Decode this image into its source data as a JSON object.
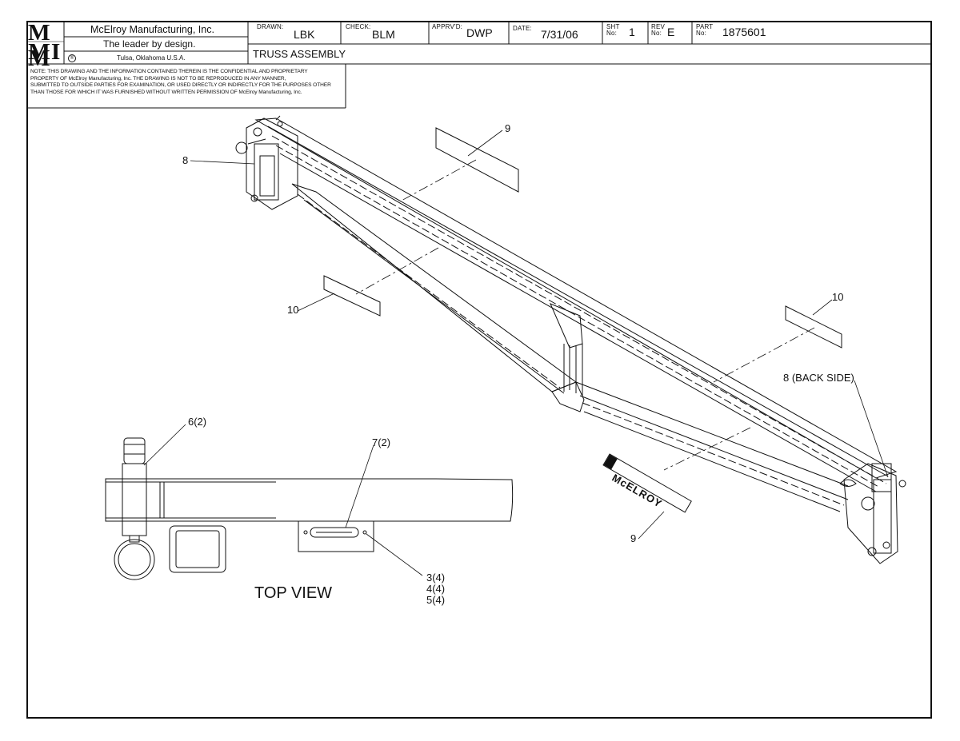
{
  "title_block": {
    "logo_top": "M M",
    "logo_bottom": "M I",
    "company": "McElroy Manufacturing, Inc.",
    "slogan": "The leader by design.",
    "location": "Tulsa, Oklahoma U.S.A.",
    "drawn_label": "DRAWN:",
    "drawn_value": "LBK",
    "check_label": "CHECK:",
    "check_value": "BLM",
    "apprvd_label": "APPRV'D:",
    "apprvd_value": "DWP",
    "date_label": "DATE:",
    "date_value": "7/31/06",
    "sht_label": "SHT No:",
    "sht_value": "1",
    "rev_label": "REV No:",
    "rev_value": "E",
    "part_label": "PART No:",
    "part_value": "1875601",
    "drawing_title": "TRUSS ASSEMBLY"
  },
  "notice": {
    "line1": "NOTE: THIS DRAWING AND THE INFORMATION CONTAINED THEREIN IS THE CONFIDENTIAL AND PROPRIETARY",
    "line2": "PROPERTY OF McElroy Manufacturing, Inc. THE DRAWING IS NOT TO BE REPRODUCED IN ANY MANNER,",
    "line3": "SUBMITTED TO OUTSIDE PARTIES FOR EXAMINATION, OR USED DIRECTLY OR INDIRECTLY FOR THE PURPOSES OTHER",
    "line4": "THAN THOSE FOR WHICH IT WAS FURNISHED WITHOUT WRITTEN PERMISSION OF McElroy Manufacturing, Inc."
  },
  "callouts": {
    "c8": "8",
    "c9_top": "9",
    "c10_left": "10",
    "c10_right": "10",
    "c8_back": "8 (BACK SIDE)",
    "c9_bottom": "9",
    "c6": "6(2)",
    "c7": "7(2)",
    "c3": "3(4)",
    "c4": "4(4)",
    "c5": "5(4)"
  },
  "decal_text": "McELROY",
  "view_label": "TOP VIEW"
}
